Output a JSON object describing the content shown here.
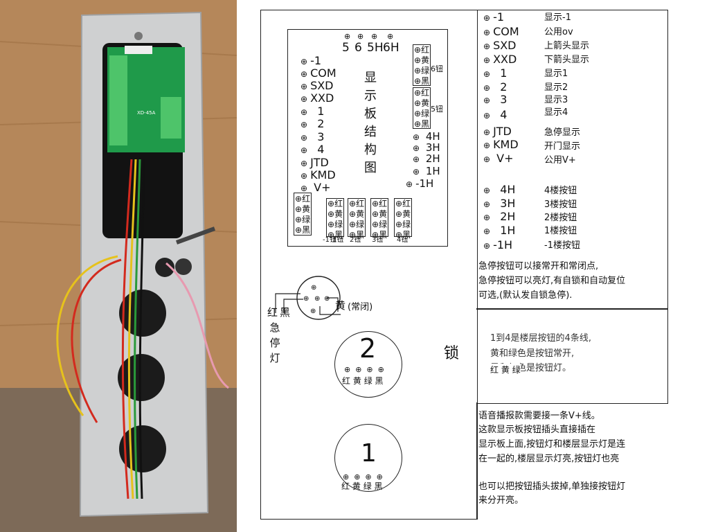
{
  "photo": {
    "board_label": "XD-45A"
  },
  "panel": {
    "top_pins": [
      "5",
      "6",
      "5H",
      "6H"
    ],
    "left_pins": [
      "-1",
      "COM",
      "SXD",
      "XXD",
      "1",
      "2",
      "3",
      "4",
      "JTD",
      "KMD",
      "V+"
    ],
    "title_chars": [
      "显",
      "示",
      "板",
      "结",
      "构",
      "图"
    ],
    "floor_pins": [
      "4H",
      "3H",
      "2H",
      "1H",
      "-1H"
    ],
    "wires": [
      "红",
      "黄",
      "绿",
      "黑"
    ],
    "right_groups": [
      "6钮",
      "5钮"
    ],
    "bottom_groups": [
      "-1钮",
      "1钮",
      "2钮",
      "3钮",
      "4钮"
    ]
  },
  "legend": {
    "rows": [
      {
        "pin": "-1",
        "desc": "显示-1"
      },
      {
        "pin": "COM",
        "desc": "公用ov"
      },
      {
        "pin": "SXD",
        "desc": "上箭头显示"
      },
      {
        "pin": "XXD",
        "desc": "下箭头显示"
      },
      {
        "pin": "1",
        "desc": "显示1"
      },
      {
        "pin": "2",
        "desc": "显示2"
      },
      {
        "pin": "3",
        "desc": "显示3"
      },
      {
        "pin": "4",
        "desc": "显示4"
      },
      {
        "pin": "JTD",
        "desc": "急停显示"
      },
      {
        "pin": "KMD",
        "desc": "开门显示"
      },
      {
        "pin": "V+",
        "desc": "公用V+"
      }
    ],
    "floor_rows": [
      {
        "pin": "4H",
        "desc": "4楼按钮"
      },
      {
        "pin": "3H",
        "desc": "3楼按钮"
      },
      {
        "pin": "2H",
        "desc": "2楼按钮"
      },
      {
        "pin": "1H",
        "desc": "1楼按钮"
      },
      {
        "pin": "-1H",
        "desc": "-1楼按钮"
      }
    ]
  },
  "notes": {
    "estop_1": "急停按钮可以接常开和常闭点,",
    "estop_2": "急停按钮可以亮灯,有自锁和自动复位",
    "estop_3": "可选,(默认发自锁急停).",
    "wire_1": "1到4是楼层按钮的4条线,",
    "wire_2": "黄和绿色是按钮常开,",
    "wire_3": "黑和红色是按钮灯。",
    "voice_1": "语音播报款需要接一条V+线。",
    "voice_2": "这款显示板按钮插头直接插在",
    "voice_3": "显示板上面,按钮灯和楼层显示灯是连",
    "voice_4": "在一起的,楼层显示灯亮,按钮灯也亮",
    "voice_5": "也可以把按钮插头拔掉,单独接按钮灯",
    "voice_6": "来分开亮。"
  },
  "estop": {
    "red": "红",
    "black": "黑",
    "yellow": "黄",
    "nc": "(常闭)",
    "label_chars": [
      "急",
      "停",
      "灯"
    ]
  },
  "buttons": {
    "btn2": "2",
    "btn1": "1",
    "lock": "锁"
  },
  "wire_legend": {
    "red": "红",
    "yellow": "黄",
    "green": "绿"
  }
}
